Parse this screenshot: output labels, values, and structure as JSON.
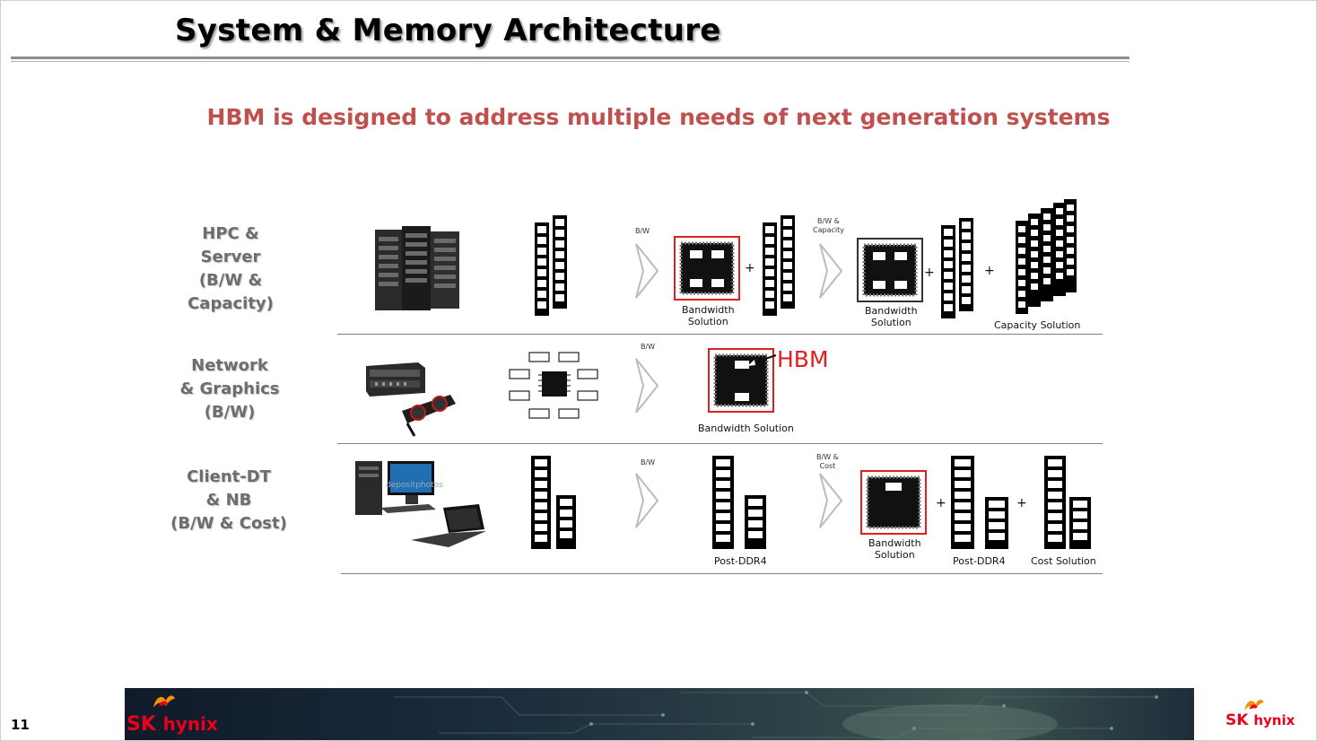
{
  "slide": {
    "title": "System & Memory Architecture",
    "subtitle": "HBM is designed to address multiple needs of next generation systems",
    "page_number": "11"
  },
  "rows": [
    {
      "label_lines": [
        "HPC &",
        "Server",
        "(B/W &",
        "Capacity)"
      ]
    },
    {
      "label_lines": [
        "Network",
        "& Graphics",
        "(B/W)"
      ]
    },
    {
      "label_lines": [
        "Client-DT",
        "& NB",
        "(B/W & Cost)"
      ]
    }
  ],
  "row1": {
    "arrow1_tag": "B/W",
    "solution1_caption": [
      "Bandwidth",
      "Solution"
    ],
    "plus1": "+",
    "arrow2_tag": [
      "B/W &",
      "Capacity"
    ],
    "solution2_caption": [
      "Bandwidth",
      "Solution"
    ],
    "plus2": "+",
    "plus3": "+",
    "capacity_caption": "Capacity Solution"
  },
  "row2": {
    "arrow_tag": "B/W",
    "solution_caption": "Bandwidth Solution",
    "hbm_label": "HBM"
  },
  "row3": {
    "arrow1_tag": "B/W",
    "post_ddr4_caption_1": "Post-DDR4",
    "arrow2_tag": [
      "B/W &",
      "Cost"
    ],
    "solution_caption": [
      "Bandwidth",
      "Solution"
    ],
    "plus1": "+",
    "post_ddr4_caption_2": "Post-DDR4",
    "plus2": "+",
    "cost_caption": "Cost Solution",
    "watermark": "depositphotos"
  },
  "branding": {
    "logo_sk": "SK",
    "logo_hynix": "hynix"
  },
  "colors": {
    "subtitle": "#c0504d",
    "highlight_box": "#e02020",
    "logo": "#e8001c",
    "row_label": "#6d6d6d"
  }
}
